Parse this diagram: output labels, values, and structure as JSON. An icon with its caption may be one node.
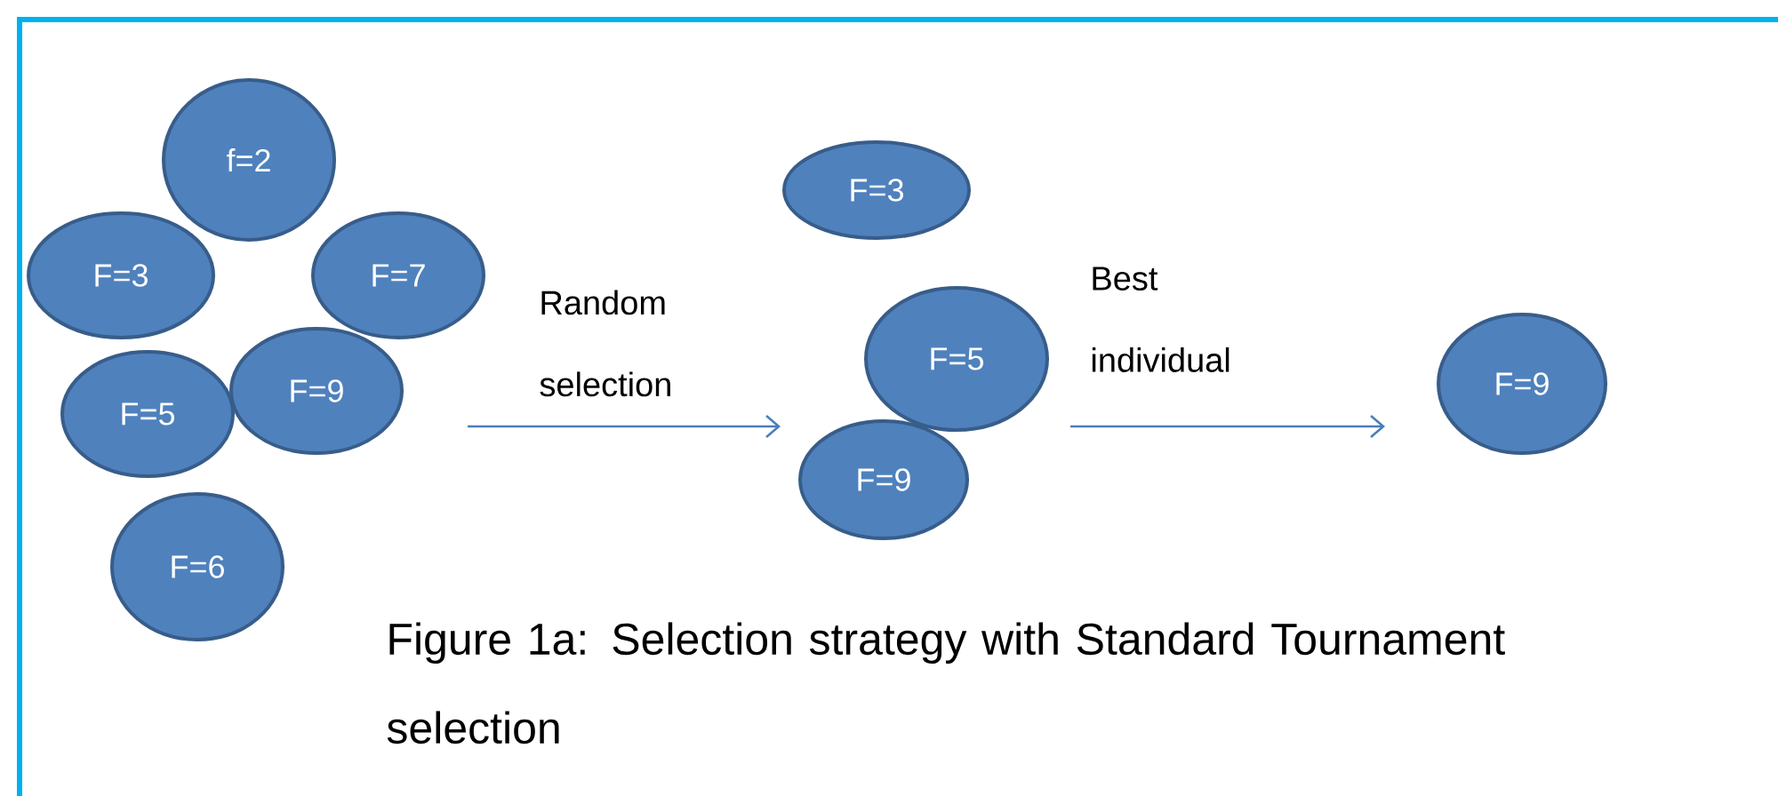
{
  "diagram": {
    "caption": "Figure 1a: Selection strategy with Standard Tournament selection",
    "nodes": [
      {
        "text": [
          "f=2"
        ]
      },
      {
        "text": [
          "F=3"
        ]
      },
      {
        "text": [
          "F=7"
        ]
      },
      {
        "text": [
          "F=5"
        ]
      },
      {
        "text": [
          "F=9"
        ]
      },
      {
        "text": [
          "F=6"
        ]
      },
      {
        "text": [
          "F=3"
        ]
      },
      {
        "text": [
          "F=5"
        ]
      },
      {
        "text": [
          "F=9"
        ]
      },
      {
        "text": [
          "F=9"
        ]
      }
    ],
    "edges": [
      {
        "from": 4,
        "to": 8,
        "arrow": "to",
        "label": "Random selection"
      },
      {
        "from": 7,
        "to": 9,
        "arrow": "to",
        "label": "Best individual"
      }
    ]
  }
}
